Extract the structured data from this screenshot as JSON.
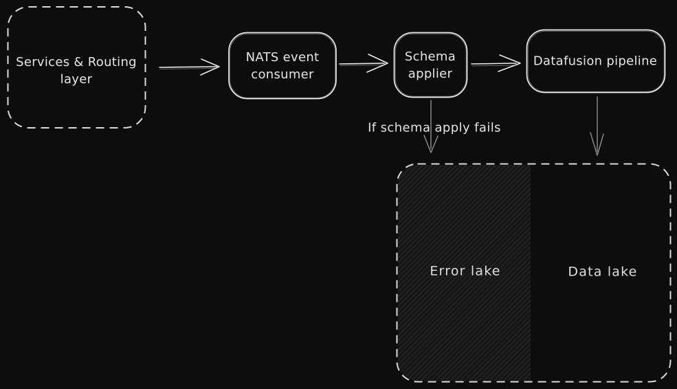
{
  "colors": {
    "background": "#0d0d0d",
    "stroke": "#e9e9e9",
    "muted_arrow": "#919191",
    "hachure_base": "#161616"
  },
  "nodes": {
    "services": {
      "line1": "Services & Routing",
      "line2": "layer"
    },
    "nats": {
      "line1": "NATS event",
      "line2": "consumer"
    },
    "schema": {
      "line1": "Schema",
      "line2": "applier"
    },
    "datafusion": {
      "label": "Datafusion pipeline"
    },
    "error_lake": {
      "label": "Error lake"
    },
    "data_lake": {
      "label": "Data lake"
    }
  },
  "annotations": {
    "schema_fail": "If schema apply fails"
  }
}
